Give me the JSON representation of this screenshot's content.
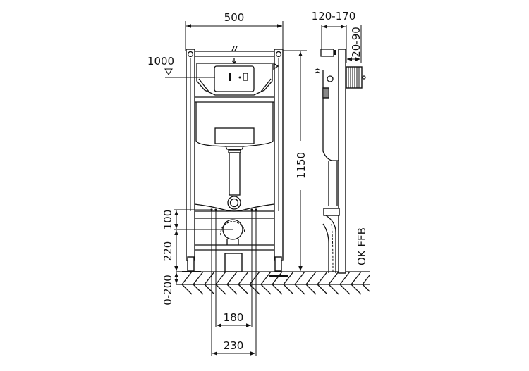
{
  "drawing": {
    "type": "technical-installation-drawing",
    "subject": "wall-hung WC installation frame (front and side view)",
    "front_view": {
      "width_label": "500",
      "flush_button_height_label": "1000",
      "frame_height_label": "1150",
      "drain_to_inlet_label": "100",
      "drain_height_label": "220",
      "floor_adjust_label": "0-200",
      "bolt_spacing_inner_label": "180",
      "bolt_spacing_outer_label": "230"
    },
    "side_view": {
      "depth_label": "120-170",
      "panel_thickness_label": "20-90",
      "floor_reference_label": "OK FFB"
    }
  }
}
